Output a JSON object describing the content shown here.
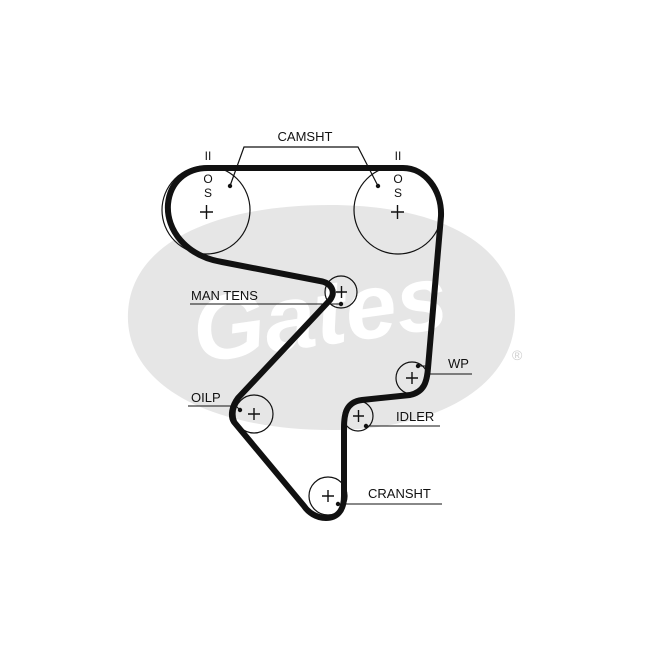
{
  "brand": {
    "name": "Gates",
    "registered_mark": "®",
    "watermark_color": "#e6e6e6"
  },
  "diagram": {
    "line_color": "#111111",
    "labels": {
      "camshaft": "CAMSHT",
      "manual_tensioner": "MAN TENS",
      "water_pump": "WP",
      "oil_pump": "OILP",
      "idler": "IDLER",
      "crankshaft": "CRANSHT"
    },
    "camshaft_marks": {
      "left": {
        "top": "II",
        "o": "O",
        "s": "S"
      },
      "right": {
        "top": "II",
        "o": "O",
        "s": "S"
      }
    }
  }
}
